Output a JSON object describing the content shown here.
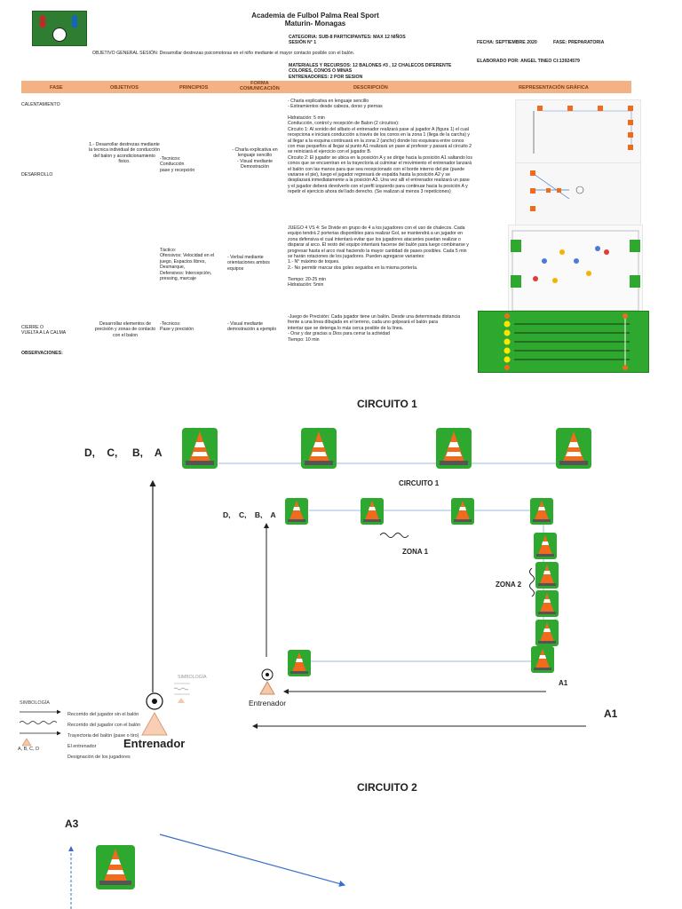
{
  "header": {
    "academy": "Academia de Fulbol Palma Real Sport",
    "location": "Maturin- Monagas",
    "categoria": "CATEGORIA: SUB-8 PARTICIPANTES: MAX 12 NIÑOS",
    "sesion": "SESIÓN N° 1",
    "fecha": "FECHA: SEPTIEMBRE 2020",
    "fase": "FASE: PREPARATORIA",
    "objetivo": "OBJETIVO GENERAL SESIÓN: Desarrollar destrezas psicomotoras en el niño mediante el mayor contacto posible con el balón.",
    "elaborado": "ELABORADO POR: ANGEL TINEO CI:13924579",
    "materiales": "MATERIALES Y RECURSOS: 12 BALONES #3 , 12 CHALECOS DIFERENTE COLORES, CONOS O MINAS",
    "entrenadores": "ENTRENADORES: 2 POR SESION"
  },
  "table": {
    "headers": {
      "fase": "FASE",
      "objetivos": "OBJETIVOS",
      "principios": "PRINCIPIOS",
      "forma": "FORMA\nCOMUNICACIÓN",
      "descripcion": "DESCRIPCIÓN",
      "representacion": "REPRESENTACIÓN GRÁFICA"
    },
    "calentamiento": {
      "fase": "CALENTAMIENTO",
      "descripcion": "- Charla explicativa en lenguaje sencillo\n- Estiramientos desde cabeza, dorso y piernas"
    },
    "desarrollo": {
      "fase": "DESARROLLO",
      "objetivos": "1.- Desarrollar destrezas mediante la tecnica individual de conducción del balon y acondicionamiento fisico.",
      "principios": "-Tecnicos:\nConducción\npase y recepción",
      "forma": "- Charla explicativa en lenguaje sencillo\n- Visual mediante Demostración",
      "descripcion": "Hidratación: 5 min\nConducción, control y recepción de Balon (2 circuitos):\nCircuito 1: Al sonido del silbato el entrenador realizará pase al jugador A (figura 1) el cual recepciona e iniciará conducción a través de los conos en la zona 1 (llega de la carcha) y al llegar a la esquina continuará en la zona 2 (ancho) donde los esquivara entre conos con mas pequeños al llegar al punto A1 realizará un pase al profesor y pasará al circuito 2 se reiniciará el ejercicio con el jugador B.\nCircuito 2: El jugador se ubica en la posición A y se dirige hacia la posición A1 saltando los conos que se encuentran en la trayectoria al culminar el movimiento el entrenador lanzará el balón con las manos para que sea recepcionado con el borde interno del pie (puede variarse el pie), luego el jugador regresará de espalda hasta la posición A2 y se desplazará inmediatamente a la posición A3. Una vez allí el entrenador realizará un pase y el jugador deberá devolverlo con el perfil izquierdo para continuar hacia la posición A y repetir el ejercicio ahora del lado derecho. (Se realizan al menos 3 repeticiones)",
      "principios2": "Táctico:\nOfensivos: Velocidad en el juego, Espacios libres, Desmarque,\nDefensivos: Intercepción, pressing, marcaje",
      "forma2": "- Verbal mediante orientaciones ambos equipos",
      "descripcion2": "JUEGO 4 VS 4: Se Divide en grupo de 4 a los jugadores con el uso de chalecos. Cada equipo tendrá 2 porterias disponibles para realizar Gol, se mantendrá a un jugador en zona defensiva el cual intentará evitar que los jugadores atacantes puedan realizar o disparar al arco. El resto del equipo intentará hacerse del balón para luego combinarse y progresar hasta el arco rival haciendo la mayor cantidad de pases posibles. Cada 5 min se harán rotaciones de los jugadores. Pueden agregarse variantes:\n1.- N° máximo de toques.\n2.- No permitir marcar dos goles seguidos en la misma portería.\n\nTiempo: 20-25 min\nHidratación: 5min"
    },
    "cierre": {
      "fase": "CIERRE O\nVUELTA A LA CALMA",
      "objetivos": "Desarrollar elementos de precisión y zonas de contacto con el balon",
      "principios": "-Tecnicos:\nPase y precisión",
      "forma": "- Visual mediante demostración a ejemplo",
      "descripcion": "-Juego de Precisión: Cada jugador tiene un balón. Desde una determinada distancia frente a una linea dibujada en el terreno, cada uno golpeará el balón para\nintentar que se detenga lo más cerca posible de la línea.\n- Orar y dar gracias a Dios para cerrar la actividad\nTiempo: 10 min"
    },
    "observaciones": "OBSERVACIONES:"
  },
  "circuito1": {
    "title": "CIRCUITO 1",
    "players_big": "D,    C,     B,    A",
    "inner_title": "CIRCUITO 1",
    "players_small": "D,    C,    B,    A",
    "zona1": "ZONA 1",
    "zona2": "ZONA 2",
    "a1_small": "A1",
    "a1_big": "A1",
    "entrenador_small": "Entrenador",
    "entrenador_big": "Entrenador",
    "simbologia_title": "SIMBOLOGÍA",
    "simbologia": [
      "Recorrido del jugador sin el balón",
      "Recorrido del jugador con el balón",
      "Trayectoria del balón (pase o tiro)",
      "El entrenador",
      "Designación de los jugadores"
    ],
    "simbologia_letters": "A, B, C, D"
  },
  "circuito2": {
    "title": "CIRCUITO 2",
    "a3": "A3"
  },
  "colors": {
    "table_header": "#f4b183",
    "field_green": "#2ea82e",
    "cone_orange": "#f26b1d",
    "arrow_blue": "#3a6fc8"
  }
}
